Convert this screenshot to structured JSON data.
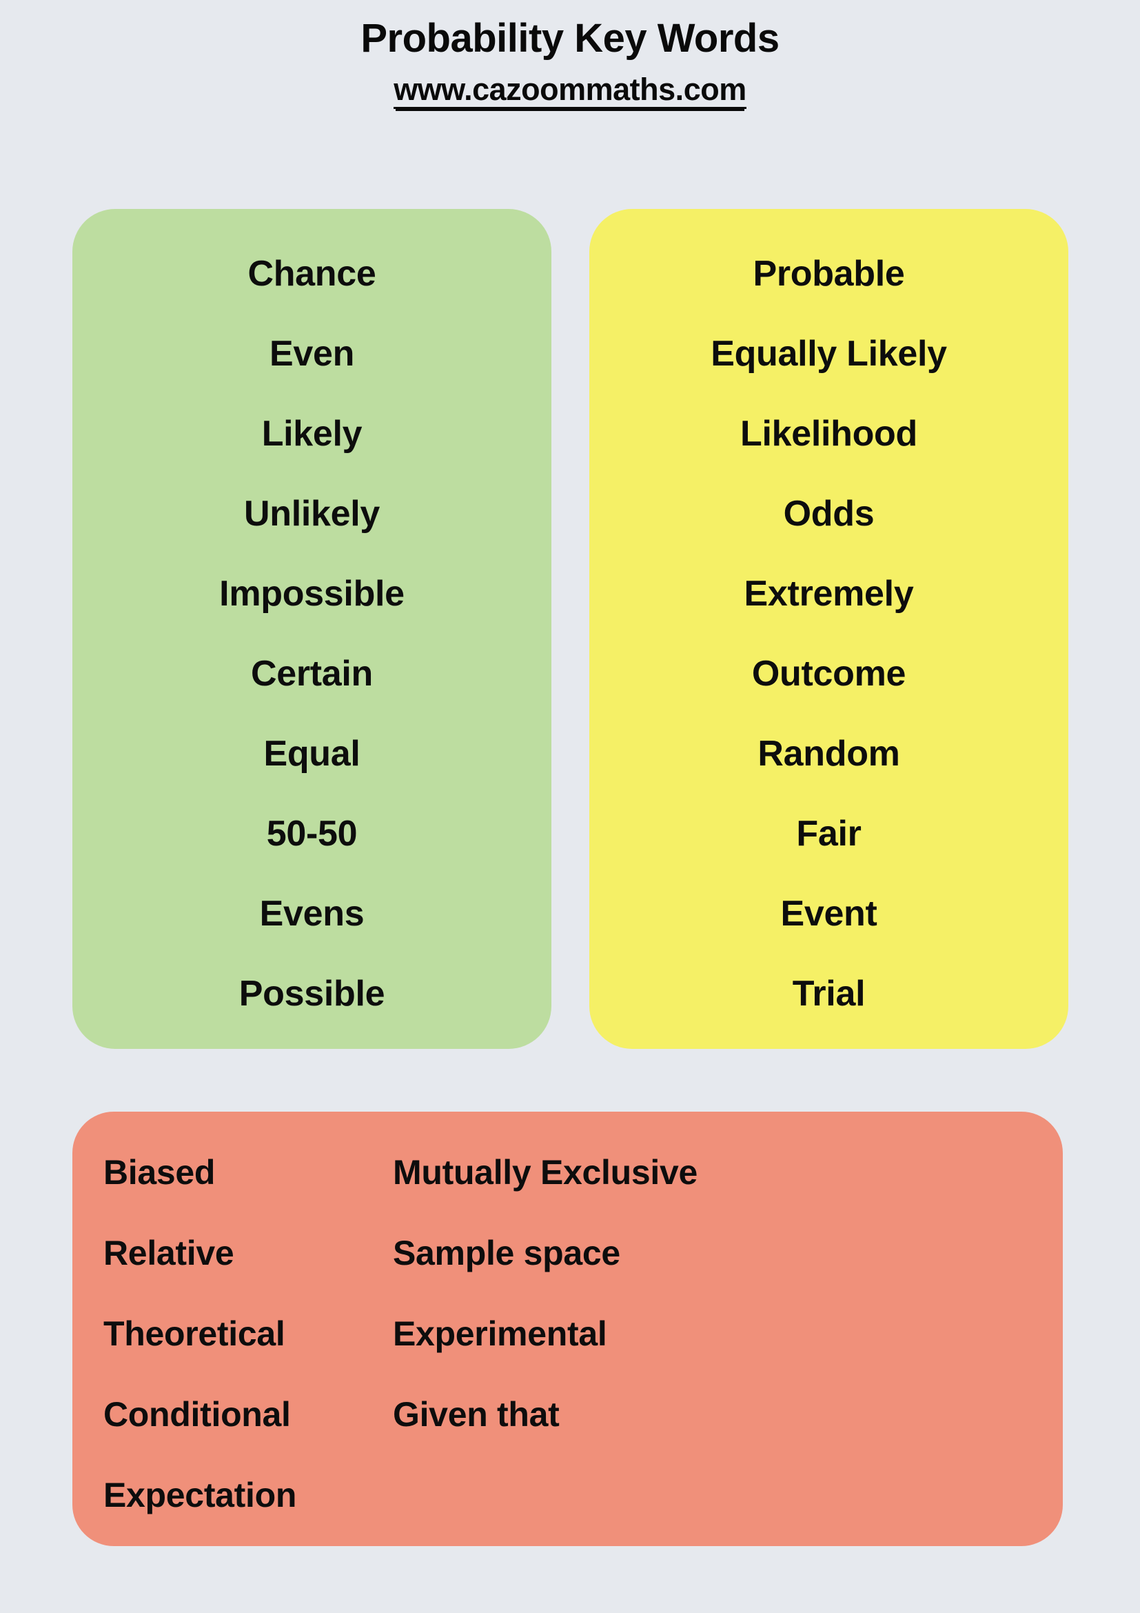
{
  "header": {
    "title": "Probability Key Words",
    "url": "www.cazoommaths.com"
  },
  "colors": {
    "background": "#e6e9ee",
    "green_card": "#bdddA0",
    "yellow_card": "#f5f066",
    "orange_card": "#f0907a",
    "text": "#0d0d0d"
  },
  "cards": [
    {
      "id": "green-card",
      "color": "#bdddA0",
      "layout": "single-column-centered",
      "words": [
        "Chance",
        "Even",
        "Likely",
        "Unlikely",
        "Impossible",
        "Certain",
        "Equal",
        "50-50",
        "Evens",
        "Possible"
      ]
    },
    {
      "id": "yellow-card",
      "color": "#f5f066",
      "layout": "single-column-centered",
      "words": [
        "Probable",
        "Equally Likely",
        "Likelihood",
        "Odds",
        "Extremely",
        "Outcome",
        "Random",
        "Fair",
        "Event",
        "Trial"
      ]
    },
    {
      "id": "orange-card",
      "color": "#f0907a",
      "layout": "two-column-left-aligned",
      "left_words": [
        "Biased",
        "Relative",
        "Theoretical",
        "Conditional",
        "Expectation"
      ],
      "right_words": [
        "Mutually Exclusive",
        "Sample space",
        "Experimental",
        "Given that"
      ]
    }
  ]
}
